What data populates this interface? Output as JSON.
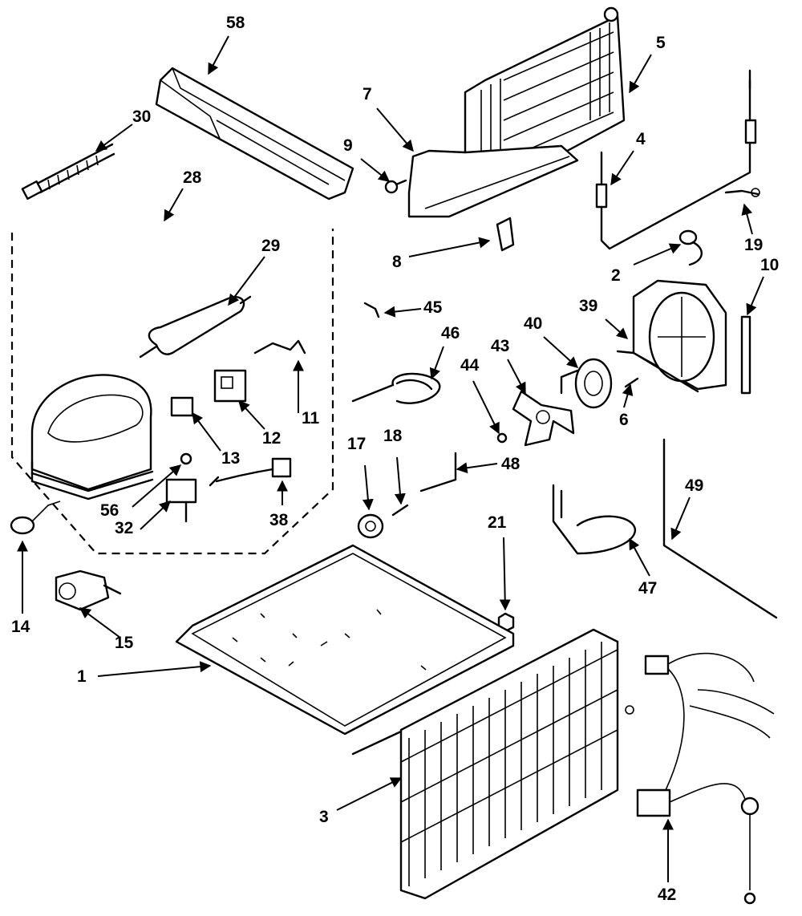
{
  "labels": {
    "l1": "1",
    "l2": "2",
    "l3": "3",
    "l4": "4",
    "l5": "5",
    "l6": "6",
    "l7": "7",
    "l8": "8",
    "l9": "9",
    "l10": "10",
    "l11": "11",
    "l12": "12",
    "l13": "13",
    "l14": "14",
    "l15": "15",
    "l17": "17",
    "l18": "18",
    "l19": "19",
    "l21": "21",
    "l28": "28",
    "l29": "29",
    "l30": "30",
    "l32": "32",
    "l38": "38",
    "l39": "39",
    "l40": "40",
    "l42": "42",
    "l43": "43",
    "l44": "44",
    "l45": "45",
    "l46": "46",
    "l47": "47",
    "l48": "48",
    "l49": "49",
    "l56": "56",
    "l58": "58"
  }
}
